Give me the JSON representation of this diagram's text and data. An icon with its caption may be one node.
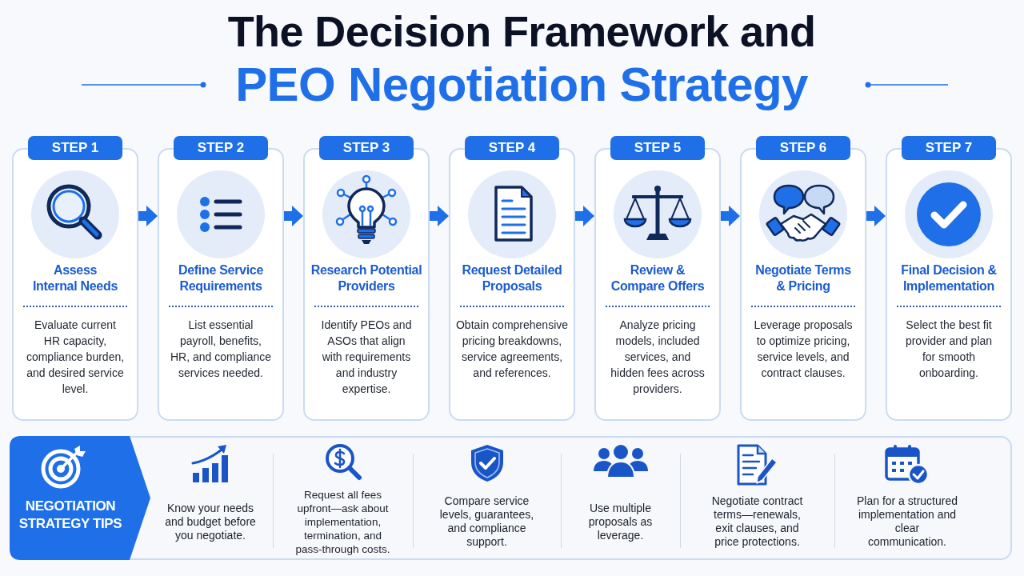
{
  "diagram": {
    "title": "The Decision Framework and PEO Negotiation Strategy",
    "nodes": [
      {
        "text": [
          "STEP 1",
          "Assess Internal Needs",
          "Evaluate current HR capacity, compliance burden, and desired service level."
        ]
      },
      {
        "text": [
          "STEP 2",
          "Define Service Requirements",
          "List essential payroll, benefits, HR, and compliance services needed."
        ]
      },
      {
        "text": [
          "STEP 3",
          "Research Potential Providers",
          "Identify PEOs and ASOs that align with requirements and industry expertise."
        ]
      },
      {
        "text": [
          "STEP 4",
          "Request Detailed Proposals",
          "Obtain comprehensive pricing breakdowns, service agreements, and references."
        ]
      },
      {
        "text": [
          "STEP 5",
          "Review & Compare Offers",
          "Analyze pricing models, included services, and hidden fees across providers."
        ]
      },
      {
        "text": [
          "STEP 6",
          "Negotiate Terms & Pricing",
          "Leverage proposals to optimize pricing, service levels, and contract clauses."
        ]
      },
      {
        "text": [
          "STEP 7",
          "Final Decision & Implementation",
          "Select the best fit provider and plan for smooth onboarding."
        ]
      },
      {
        "text": [
          "Know your needs and budget before you negotiate.",
          "Request all fees upfront—ask about implementation, termination, and pass-through costs.",
          "Compare service levels, guarantees, and compliance support.",
          "Use multiple proposals as leverage.",
          "Negotiate contract terms—renewals, exit clauses, and price protections.",
          "Plan for a structured implementation and clear communication."
        ]
      },
      {
        "text": [
          "NEGOTIATION STRATEGY TIPS"
        ],
        "in": 7
      }
    ],
    "edges": [
      {
        "from": 0,
        "to": 1,
        "arrow": "to"
      },
      {
        "from": 1,
        "to": 2,
        "arrow": "to"
      },
      {
        "from": 2,
        "to": 3,
        "arrow": "to"
      },
      {
        "from": 3,
        "to": 4,
        "arrow": "to"
      },
      {
        "from": 4,
        "to": 5,
        "arrow": "to"
      },
      {
        "from": 5,
        "to": 6,
        "arrow": "to"
      }
    ]
  }
}
